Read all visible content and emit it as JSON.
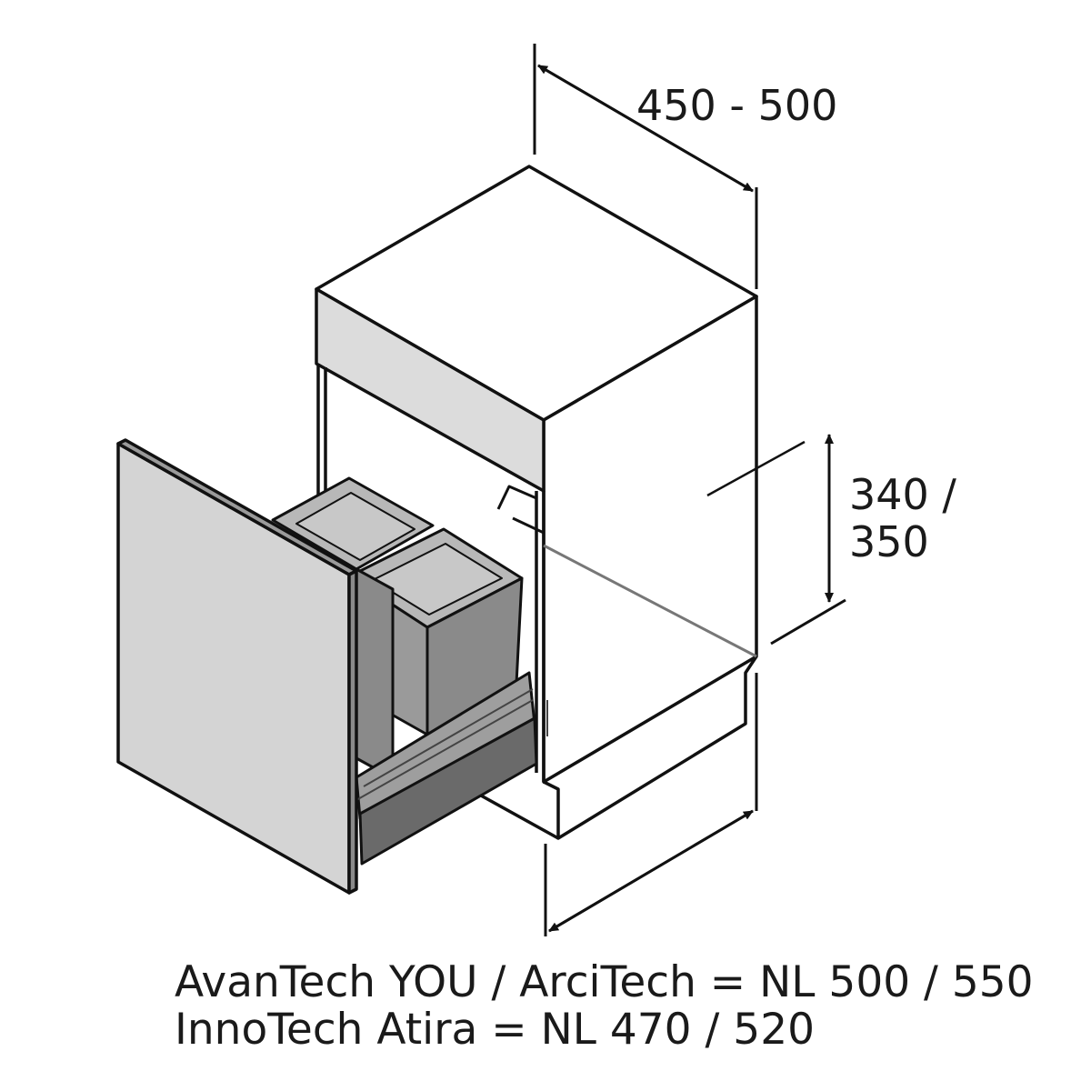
{
  "dimensions": {
    "depth_label": "450 - 500",
    "height_label_line1": "340 /",
    "height_label_line2": "350",
    "width_label": ""
  },
  "captions": [
    "AvanTech YOU / ArciTech = NL 500 / 550",
    "InnoTech Atira = NL 470 / 520"
  ],
  "colors": {
    "line": "#111111",
    "panel_light": "#dedede",
    "front_panel": "#d6d6d6",
    "bin": "#8e8e8e",
    "bin_lid": "#b4b4b4",
    "drawer": "#6a6a6a"
  }
}
